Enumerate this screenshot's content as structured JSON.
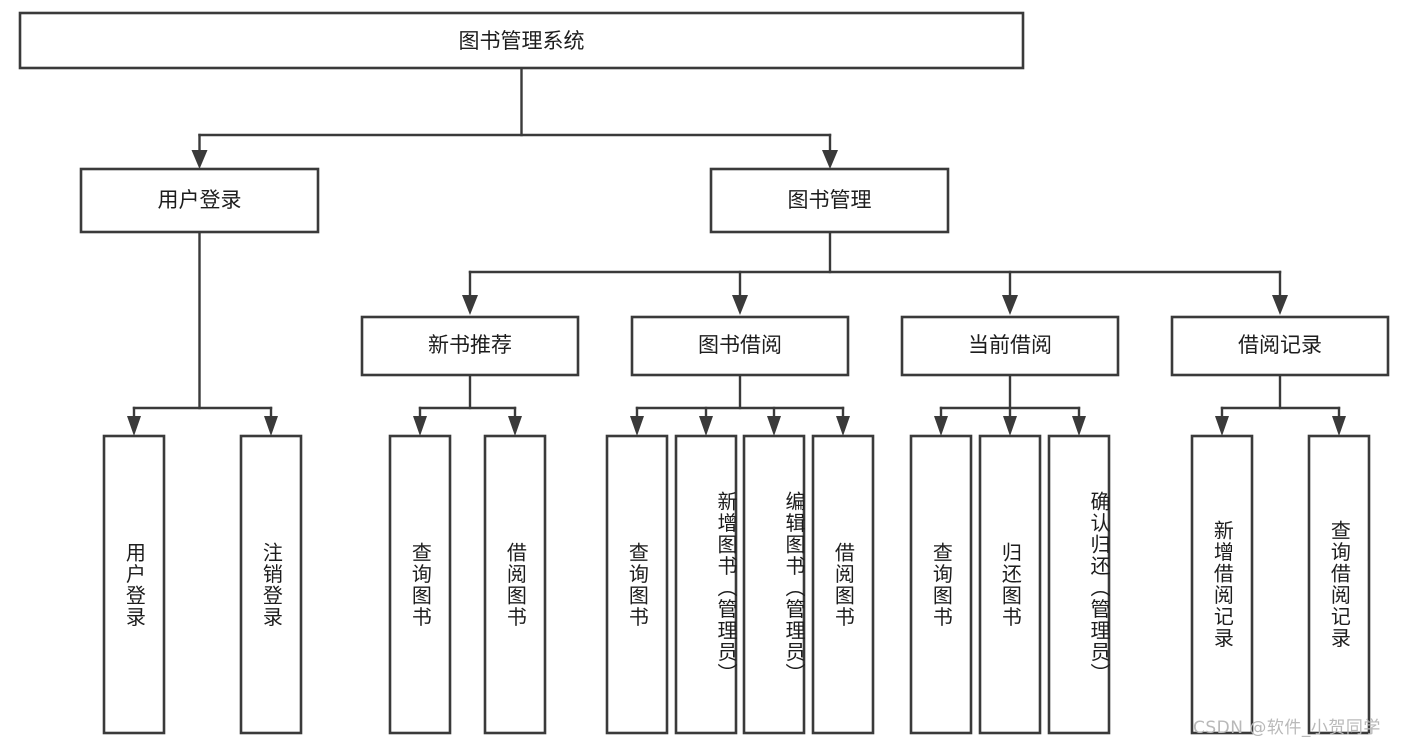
{
  "diagram": {
    "title": "图书管理系统",
    "type": "tree-hierarchy-chart",
    "colors": {
      "box_stroke": "#3a3a3a",
      "box_fill": "#ffffff",
      "connector": "#3a3a3a",
      "text": "#1d1d1d",
      "background": "#ffffff",
      "watermark": "#b9b9b9"
    },
    "root": {
      "label": "图书管理系统"
    },
    "level1": [
      {
        "id": "user-login",
        "label": "用户登录"
      },
      {
        "id": "book-management",
        "label": "图书管理"
      }
    ],
    "level2": [
      {
        "id": "new-book-recommend",
        "label": "新书推荐",
        "parent": "book-management"
      },
      {
        "id": "book-borrow",
        "label": "图书借阅",
        "parent": "book-management"
      },
      {
        "id": "current-borrow",
        "label": "当前借阅",
        "parent": "book-management"
      },
      {
        "id": "borrow-record",
        "label": "借阅记录",
        "parent": "book-management"
      }
    ],
    "leaves": {
      "user-login": [
        {
          "id": "leaf-user-login",
          "label": "用户登录"
        },
        {
          "id": "leaf-user-logout",
          "label": "注销登录"
        }
      ],
      "new-book-recommend": [
        {
          "id": "leaf-query-book-1",
          "label": "查询图书"
        },
        {
          "id": "leaf-borrow-book-1",
          "label": "借阅图书"
        }
      ],
      "book-borrow": [
        {
          "id": "leaf-query-book-2",
          "label": "查询图书"
        },
        {
          "id": "leaf-add-book",
          "label": "新增图书（管理员）"
        },
        {
          "id": "leaf-edit-book",
          "label": "编辑图书（管理员）"
        },
        {
          "id": "leaf-borrow-book-2",
          "label": "借阅图书"
        }
      ],
      "current-borrow": [
        {
          "id": "leaf-query-book-3",
          "label": "查询图书"
        },
        {
          "id": "leaf-return-book",
          "label": "归还图书"
        },
        {
          "id": "leaf-confirm-return",
          "label": "确认归还（管理员）"
        }
      ],
      "borrow-record": [
        {
          "id": "leaf-add-record",
          "label": "新增借阅记录"
        },
        {
          "id": "leaf-query-record",
          "label": "查询借阅记录"
        }
      ]
    }
  },
  "watermark": {
    "text": "CSDN @软件_小贺同学"
  }
}
